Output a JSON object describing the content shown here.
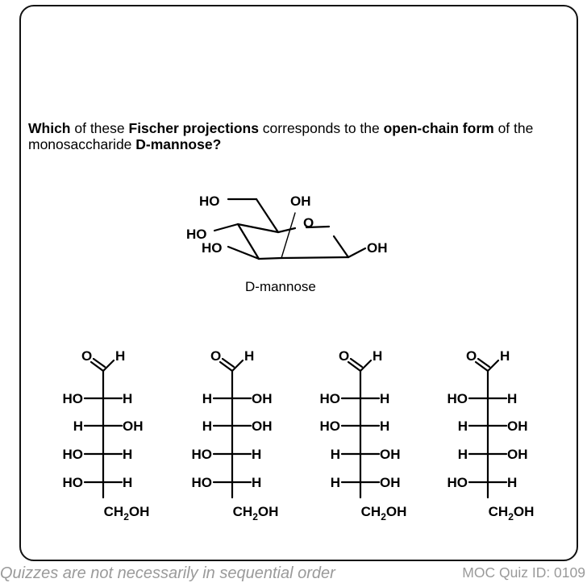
{
  "question": {
    "parts": [
      {
        "text": "Which",
        "bold": true
      },
      {
        "text": " of these ",
        "bold": false
      },
      {
        "text": "Fischer projections",
        "bold": true
      },
      {
        "text": " corresponds to the ",
        "bold": false
      },
      {
        "text": "open-chain form",
        "bold": true
      },
      {
        "text": " of the monosaccharide ",
        "bold": false
      },
      {
        "text": "D-mannose?",
        "bold": true
      }
    ]
  },
  "ring_structure": {
    "labels": {
      "ho_top": "HO",
      "oh_top": "OH",
      "ho_mid": "HO",
      "ho_low": "HO",
      "ring_o": "O",
      "oh_right": "OH"
    },
    "caption": "D-mannose"
  },
  "fischer_options": [
    {
      "aldehyde_o": "O",
      "aldehyde_h": "H",
      "rows": [
        {
          "left": "HO",
          "right": "H"
        },
        {
          "left": "H",
          "right": "OH"
        },
        {
          "left": "HO",
          "right": "H"
        },
        {
          "left": "HO",
          "right": "H"
        }
      ],
      "bottom": "CH2OH"
    },
    {
      "aldehyde_o": "O",
      "aldehyde_h": "H",
      "rows": [
        {
          "left": "H",
          "right": "OH"
        },
        {
          "left": "H",
          "right": "OH"
        },
        {
          "left": "HO",
          "right": "H"
        },
        {
          "left": "HO",
          "right": "H"
        }
      ],
      "bottom": "CH2OH"
    },
    {
      "aldehyde_o": "O",
      "aldehyde_h": "H",
      "rows": [
        {
          "left": "HO",
          "right": "H"
        },
        {
          "left": "HO",
          "right": "H"
        },
        {
          "left": "H",
          "right": "OH"
        },
        {
          "left": "H",
          "right": "OH"
        }
      ],
      "bottom": "CH2OH"
    },
    {
      "aldehyde_o": "O",
      "aldehyde_h": "H",
      "rows": [
        {
          "left": "HO",
          "right": "H"
        },
        {
          "left": "H",
          "right": "OH"
        },
        {
          "left": "H",
          "right": "OH"
        },
        {
          "left": "HO",
          "right": "H"
        }
      ],
      "bottom": "CH2OH"
    }
  ],
  "footer": {
    "left": "Quizzes are not necessarily in sequential order",
    "right": "MOC Quiz ID: 0109"
  }
}
